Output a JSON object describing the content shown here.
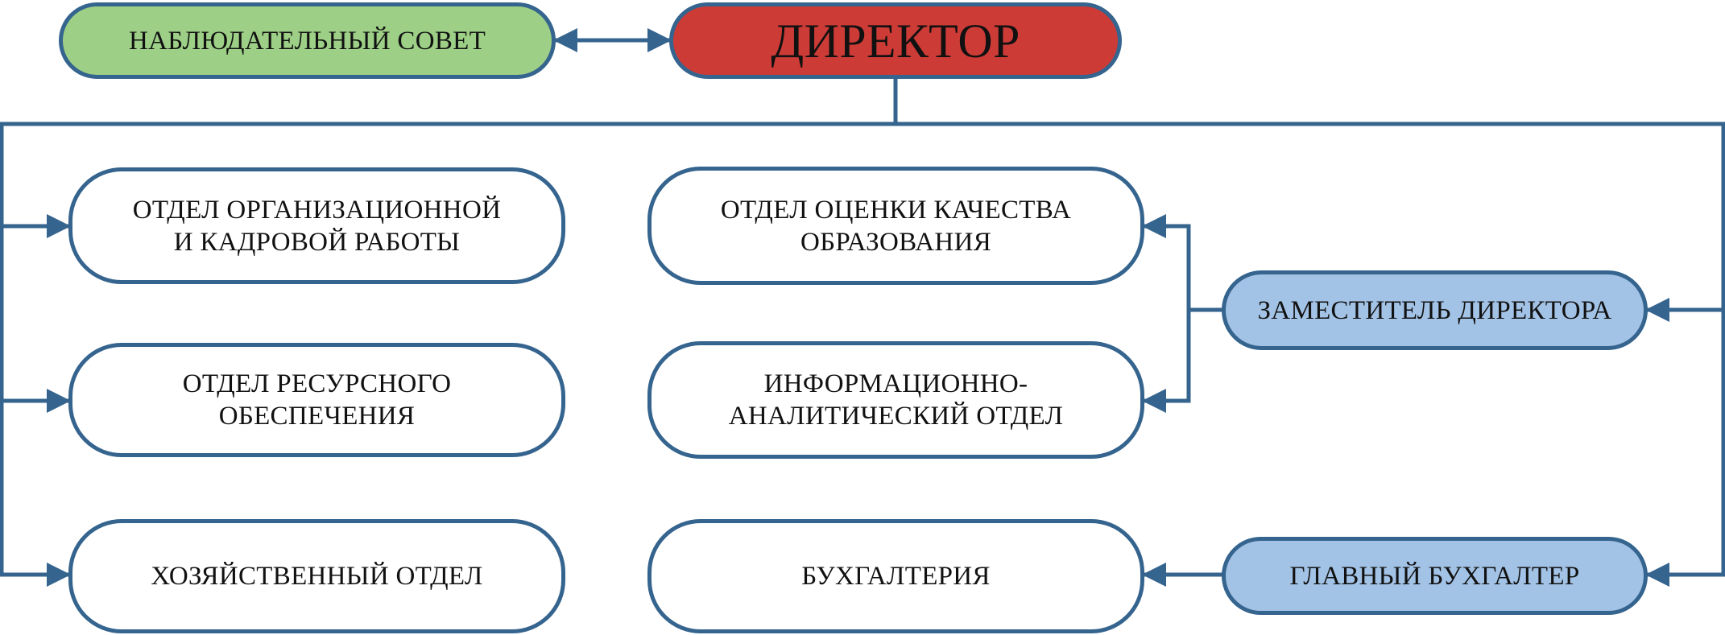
{
  "diagram": {
    "nodes": {
      "supervisory_board": "НАБЛЮДАТЕЛЬНЫЙ СОВЕТ",
      "director": "ДИРЕКТОР",
      "hr_department": "ОТДЕЛ ОРГАНИЗАЦИОННОЙ\nИ КАДРОВОЙ РАБОТЫ",
      "resource_department": "ОТДЕЛ РЕСУРСНОГО\nОБЕСПЕЧЕНИЯ",
      "household_department": "ХОЗЯЙСТВЕННЫЙ ОТДЕЛ",
      "quality_department": "ОТДЕЛ ОЦЕНКИ КАЧЕСТВА\nОБРАЗОВАНИЯ",
      "analytics_department": "ИНФОРМАЦИОННО-\nАНАЛИТИЧЕСКИЙ ОТДЕЛ",
      "accounting": "БУХГАЛТЕРИЯ",
      "deputy_director": "ЗАМЕСТИТЕЛЬ ДИРЕКТОРА",
      "chief_accountant": "ГЛАВНЫЙ БУХГАЛТЕР"
    },
    "colors": {
      "line": "#35648e",
      "supervisory_fill": "#9dcf86",
      "director_fill": "#cd3b37",
      "assistant_fill": "#a3c3e6",
      "department_fill": "#ffffff"
    }
  }
}
